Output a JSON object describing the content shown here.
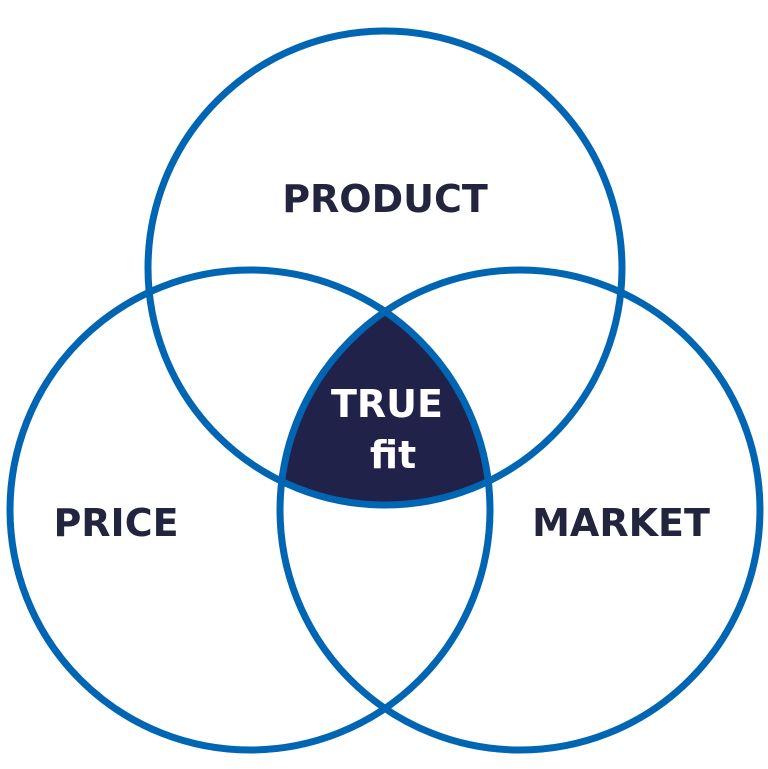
{
  "diagram": {
    "type": "venn",
    "sets": [
      {
        "id": "product",
        "label": "PRODUCT"
      },
      {
        "id": "price",
        "label": "PRICE"
      },
      {
        "id": "market",
        "label": "MARKET"
      }
    ],
    "intersection": {
      "line1": "TRUE",
      "line2": "fit"
    }
  },
  "colors": {
    "outline": "#0066b3",
    "label_text": "#23243d",
    "intersection_fill": "#20224a",
    "intersection_text": "#ffffff",
    "background": "#ffffff"
  }
}
